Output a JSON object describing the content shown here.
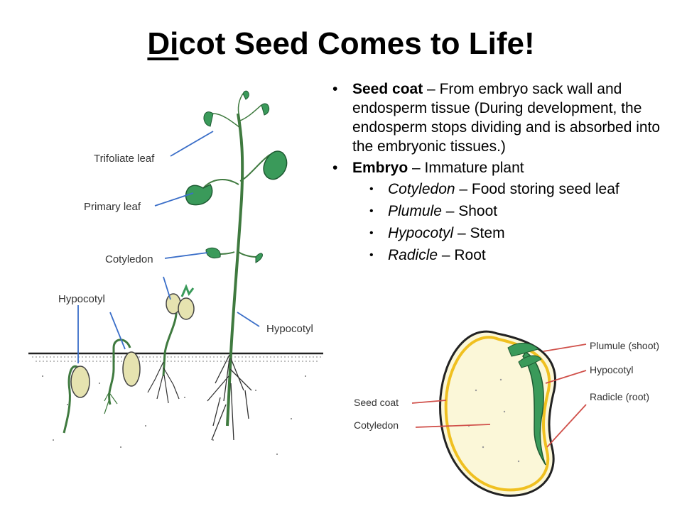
{
  "title": {
    "underlined": "Di",
    "rest": "cot Seed Comes to Life!"
  },
  "bullets": {
    "seed_coat": {
      "term": "Seed coat",
      "desc": " – From embryo sack wall and endosperm tissue (During development, the endosperm stops dividing and is absorbed into the embryonic tissues.)"
    },
    "embryo": {
      "term": "Embryo",
      "desc": " – Immature plant"
    },
    "sub": [
      {
        "term": "Cotyledon",
        "desc": " – Food storing seed leaf"
      },
      {
        "term": "Plumule",
        "desc": " – Shoot"
      },
      {
        "term": "Hypocotyl",
        "desc": " – Stem"
      },
      {
        "term": "Radicle",
        "desc": " – Root"
      }
    ]
  },
  "growth_labels": {
    "trifoliate": "Trifoliate leaf",
    "primary": "Primary leaf",
    "cotyledon": "Cotyledon",
    "hypocotyl_left": "Hypocotyl",
    "hypocotyl_right": "Hypocotyl"
  },
  "seed_labels": {
    "plumule": "Plumule (shoot)",
    "hypocotyl": "Hypocotyl",
    "radicle": "Radicle (root)",
    "seed_coat": "Seed coat",
    "cotyledon": "Cotyledon"
  },
  "colors": {
    "leaf": "#3a9a5a",
    "seed": "#e6e3b0",
    "seed_inner": "#fbf7d8",
    "seed_coat": "#f0c020",
    "pointer_blue": "#3a6ec8",
    "pointer_red": "#d0504a"
  }
}
